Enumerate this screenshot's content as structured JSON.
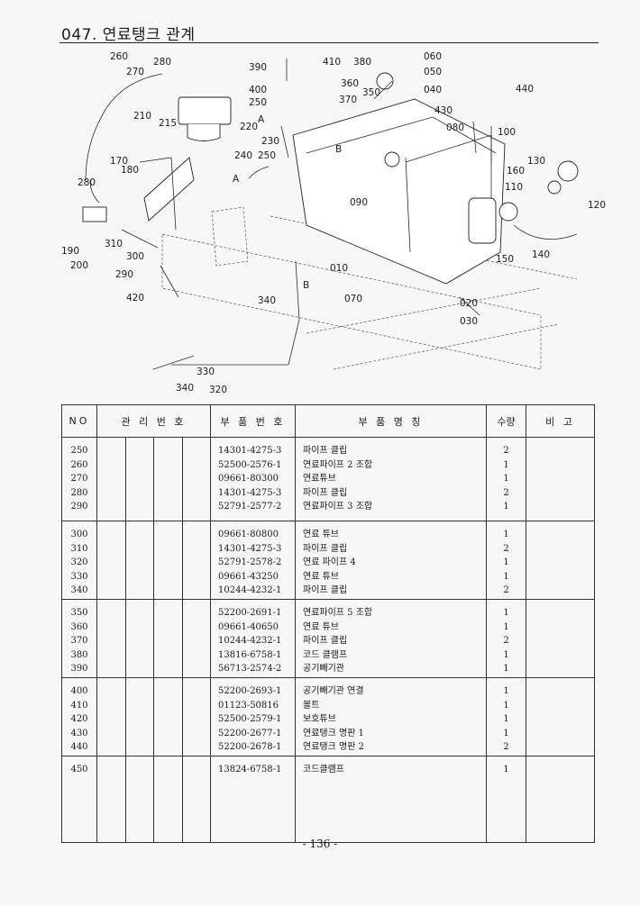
{
  "page_title": "047. 연료탱크 관계",
  "page_number": "- 136 -",
  "diagram": {
    "callouts": {
      "c260": "260",
      "c280a": "280",
      "c270": "270",
      "c390": "390",
      "c410": "410",
      "c380": "380",
      "c060": "060",
      "c050": "050",
      "c040": "040",
      "c400": "400",
      "c360": "360",
      "c350": "350",
      "c250": "250",
      "c370": "370",
      "c440": "440",
      "c210": "210",
      "c215": "215",
      "c220": "220",
      "cA1": "A",
      "c430": "430",
      "c080": "080",
      "c100": "100",
      "c230": "230",
      "c240": "240",
      "c250b": "250",
      "cB1": "B",
      "c170": "170",
      "c180": "180",
      "c280b": "280",
      "c130": "130",
      "c160": "160",
      "c110": "110",
      "cA2": "A",
      "c090": "090",
      "c120": "120",
      "c190": "190",
      "c200": "200",
      "c310": "310",
      "c300": "300",
      "c290": "290",
      "c010": "010",
      "c140": "140",
      "c150": "150",
      "c420": "420",
      "c340a": "340",
      "cB2": "B",
      "c070": "070",
      "c020": "020",
      "c030": "030",
      "c330": "330",
      "c340b": "340",
      "c320": "320"
    }
  },
  "table": {
    "headers": {
      "no": "NO",
      "mgmt": "관 리 번 호",
      "part_no": "부 품 번 호",
      "name": "부 품 명 칭",
      "qty": "수량",
      "remark": "비 고"
    },
    "groups": [
      {
        "rows": [
          {
            "no": "250",
            "part_no": "14301-4275-3",
            "name": "파이프 클립",
            "qty": "2"
          },
          {
            "no": "260",
            "part_no": "52500-2576-1",
            "name": "연료파이프 2 조합",
            "qty": "1"
          },
          {
            "no": "270",
            "part_no": "09661-80300",
            "name": "연료튜브",
            "qty": "1"
          },
          {
            "no": "280",
            "part_no": "14301-4275-3",
            "name": "파이프 클립",
            "qty": "2"
          },
          {
            "no": "290",
            "part_no": "52791-2577-2",
            "name": "연료파이프 3 조합",
            "qty": "1"
          }
        ]
      },
      {
        "rows": [
          {
            "no": "300",
            "part_no": "09661-80800",
            "name": "연료 튜브",
            "qty": "1"
          },
          {
            "no": "310",
            "part_no": "14301-4275-3",
            "name": "파이프 클립",
            "qty": "2"
          },
          {
            "no": "320",
            "part_no": "52791-2578-2",
            "name": "연료 파이프 4",
            "qty": "1"
          },
          {
            "no": "330",
            "part_no": "09661-43250",
            "name": "연료 튜브",
            "qty": "1"
          },
          {
            "no": "340",
            "part_no": "10244-4232-1",
            "name": "파이프 클립",
            "qty": "2"
          }
        ]
      },
      {
        "rows": [
          {
            "no": "350",
            "part_no": "52200-2691-1",
            "name": "연료파이프 5 조합",
            "qty": "1"
          },
          {
            "no": "360",
            "part_no": "09661-40650",
            "name": "연료 튜브",
            "qty": "1"
          },
          {
            "no": "370",
            "part_no": "10244-4232-1",
            "name": "파이프 클립",
            "qty": "2"
          },
          {
            "no": "380",
            "part_no": "13816-6758-1",
            "name": "코드 클램프",
            "qty": "1"
          },
          {
            "no": "390",
            "part_no": "56713-2574-2",
            "name": "공기빼기관",
            "qty": "1"
          }
        ]
      },
      {
        "rows": [
          {
            "no": "400",
            "part_no": "52200-2693-1",
            "name": "공기빼기관 연결",
            "qty": "1"
          },
          {
            "no": "410",
            "part_no": "01123-50816",
            "name": "볼트",
            "qty": "1"
          },
          {
            "no": "420",
            "part_no": "52500-2579-1",
            "name": "보호튜브",
            "qty": "1"
          },
          {
            "no": "430",
            "part_no": "52200-2677-1",
            "name": "연료탱크 명판 1",
            "qty": "1"
          },
          {
            "no": "440",
            "part_no": "52200-2678-1",
            "name": "연료탱크 명판 2",
            "qty": "2"
          }
        ]
      },
      {
        "rows": [
          {
            "no": "450",
            "part_no": "13824-6758-1",
            "name": "코드클램프",
            "qty": "1"
          }
        ]
      }
    ]
  }
}
